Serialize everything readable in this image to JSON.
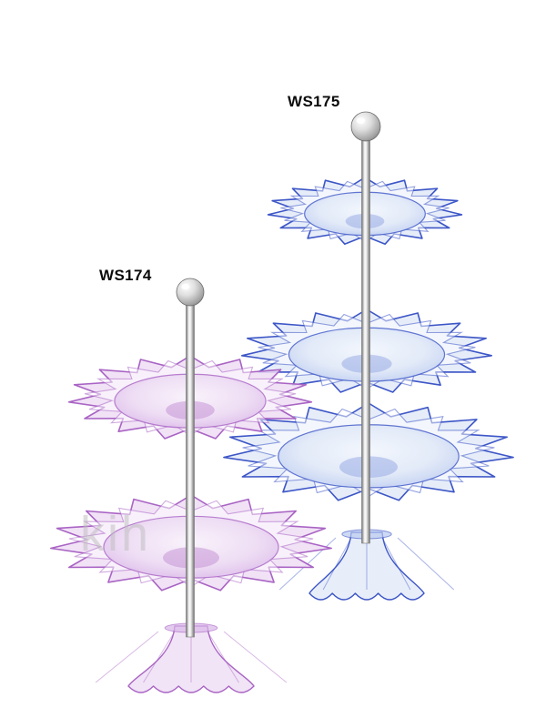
{
  "page": {
    "background": "#ffffff",
    "type": "product-photo"
  },
  "products": [
    {
      "code": "WS174",
      "tiers": 2,
      "color_name": "purple",
      "colors": {
        "stroke": "#a964c4",
        "light": "#eeddf4",
        "mid": "#d9b6e8",
        "deep": "#b678cb",
        "center": "#f9f3fb"
      }
    },
    {
      "code": "WS175",
      "tiers": 3,
      "color_name": "blue",
      "colors": {
        "stroke": "#3d56c7",
        "light": "#e2eaf8",
        "mid": "#b9c9f0",
        "deep": "#7e93de",
        "center": "#f3f7fd"
      }
    }
  ],
  "watermark": {
    "text": "kih",
    "color": "#bdbdbd"
  },
  "metal": {
    "light": "#fafafa",
    "mid": "#c9c9c9",
    "dark": "#6b6b6b"
  }
}
